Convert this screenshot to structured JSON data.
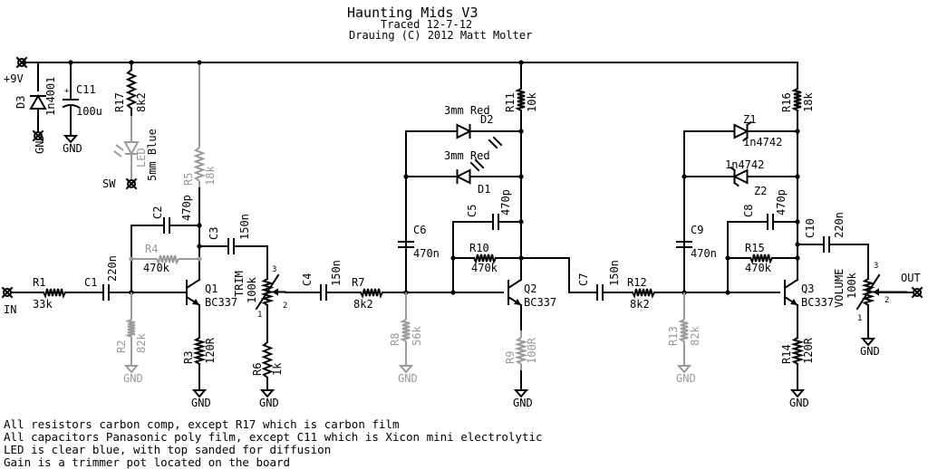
{
  "title": "Haunting Mids V3",
  "traced": "Traced 12-7-12",
  "copyright": "Drauing (C) 2012 Matt Molter",
  "power_label": "+9V",
  "in_label": "IN",
  "out_label": "OUT",
  "sw_label": "SW",
  "gnd_label": "GND",
  "parts": {
    "d3": {
      "ref": "D3",
      "value": "1n4001"
    },
    "c11": {
      "ref": "C11",
      "value": "100u"
    },
    "r17": {
      "ref": "R17",
      "value": "8k2"
    },
    "led": {
      "ref": "LED",
      "value": "5mm Blue"
    },
    "r1": {
      "ref": "R1",
      "value": "33k"
    },
    "c1": {
      "ref": "C1",
      "value": "220n"
    },
    "r2": {
      "ref": "R2",
      "value": "82k"
    },
    "r5": {
      "ref": "R5",
      "value": "18k"
    },
    "c2": {
      "ref": "C2",
      "value": "470p"
    },
    "r4": {
      "ref": "R4",
      "value": "470k"
    },
    "q1": {
      "ref": "Q1",
      "value": "BC337"
    },
    "r3": {
      "ref": "R3",
      "value": "120R"
    },
    "c3": {
      "ref": "C3",
      "value": "150n"
    },
    "trim": {
      "ref": "TRIM",
      "value": "100k"
    },
    "r6": {
      "ref": "R6",
      "value": "1k"
    },
    "c4": {
      "ref": "C4",
      "value": "150n"
    },
    "r7": {
      "ref": "R7",
      "value": "8k2"
    },
    "r11": {
      "ref": "R11",
      "value": "10k"
    },
    "d2": {
      "ref": "D2",
      "value": "3mm Red"
    },
    "d1": {
      "ref": "D1",
      "value": "3mm Red"
    },
    "c6": {
      "ref": "C6",
      "value": "470n"
    },
    "c5": {
      "ref": "C5",
      "value": "470p"
    },
    "r10": {
      "ref": "R10",
      "value": "470k"
    },
    "r8": {
      "ref": "R8",
      "value": "56k"
    },
    "q2": {
      "ref": "Q2",
      "value": "BC337"
    },
    "r9": {
      "ref": "R9",
      "value": "100R"
    },
    "c7": {
      "ref": "C7",
      "value": "150n"
    },
    "r12": {
      "ref": "R12",
      "value": "8k2"
    },
    "r16": {
      "ref": "R16",
      "value": "18k"
    },
    "z1": {
      "ref": "Z1",
      "value": "1n4742"
    },
    "z2": {
      "ref": "Z2",
      "value": "1n4742"
    },
    "c9": {
      "ref": "C9",
      "value": "470n"
    },
    "c8": {
      "ref": "C8",
      "value": "470p"
    },
    "r15": {
      "ref": "R15",
      "value": "470k"
    },
    "r13": {
      "ref": "R13",
      "value": "82k"
    },
    "q3": {
      "ref": "Q3",
      "value": "BC337"
    },
    "r14": {
      "ref": "R14",
      "value": "120R"
    },
    "c10": {
      "ref": "C10",
      "value": "220n"
    },
    "volume": {
      "ref": "VOLUME",
      "value": "100k"
    }
  },
  "pins": {
    "p1": "1",
    "p2": "2",
    "p3": "3"
  },
  "notes": [
    "All resistors carbon comp, except R17 which is carbon film",
    "All capacitors Panasonic poly film, except C11 which is Xicon mini electrolytic",
    "LED is clear blue, with top sanded for diffusion",
    "Gain is a trimmer pot located on the board"
  ]
}
